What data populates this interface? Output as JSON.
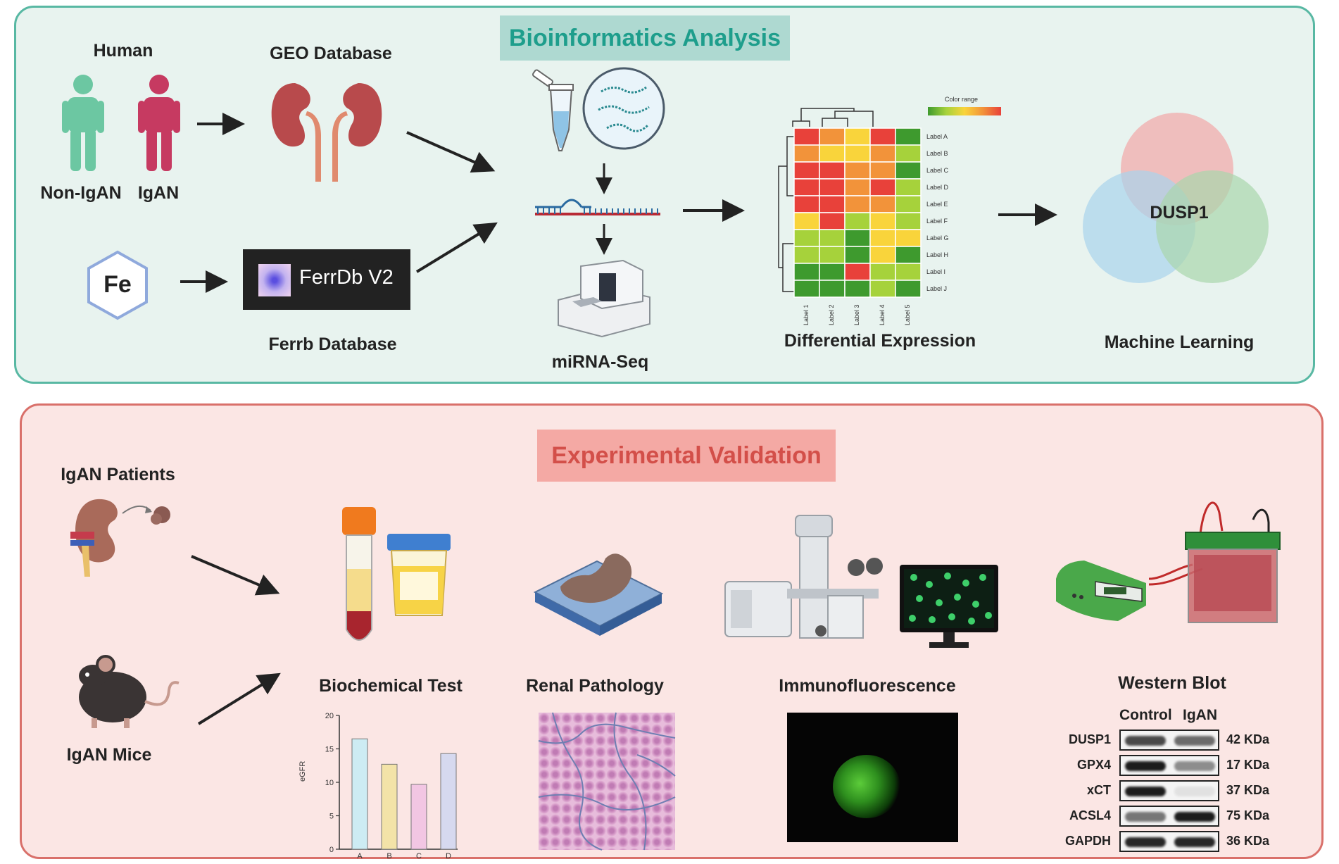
{
  "panels": {
    "top_title": "Bioinformatics Analysis",
    "bottom_title": "Experimental Validation"
  },
  "top": {
    "human_label": "Human",
    "non_igan_label": "Non-IgAN",
    "igan_label": "IgAN",
    "geo_label": "GEO Database",
    "fe_label": "Fe",
    "ferrdb_logo_text": "FerrDb V2",
    "ferrb_label": "Ferrb Database",
    "mirna_label": "miRNA-Seq",
    "diffexp_label": "Differential Expression",
    "ml_label": "Machine Learning",
    "dusp1_label": "DUSP1",
    "heatmap": {
      "color_range_label": "Color range",
      "row_labels": [
        "Label A",
        "Label B",
        "Label C",
        "Label D",
        "Label E",
        "Label F",
        "Label G",
        "Label H",
        "Label I",
        "Label J"
      ],
      "col_labels": [
        "Label 1",
        "Label 2",
        "Label 3",
        "Label 4",
        "Label 5"
      ],
      "colors": [
        "#e8413a",
        "#f2933a",
        "#f9d43b",
        "#a6d23b",
        "#3e9a2e"
      ],
      "values": [
        [
          1,
          2,
          3,
          1,
          5
        ],
        [
          2,
          3,
          3,
          2,
          4
        ],
        [
          1,
          1,
          2,
          2,
          5
        ],
        [
          1,
          1,
          2,
          1,
          4
        ],
        [
          1,
          1,
          2,
          2,
          4
        ],
        [
          3,
          1,
          4,
          3,
          4
        ],
        [
          4,
          4,
          5,
          3,
          3
        ],
        [
          4,
          4,
          5,
          3,
          5
        ],
        [
          5,
          5,
          1,
          4,
          4
        ],
        [
          5,
          5,
          5,
          4,
          5
        ]
      ]
    },
    "venn_colors": [
      "#f2a6a8",
      "#a9d3ec",
      "#a9d6ad"
    ]
  },
  "bottom": {
    "patients_label": "IgAN Patients",
    "mice_label": "IgAN Mice",
    "biochem_label": "Biochemical Test",
    "pathology_label": "Renal Pathology",
    "if_label": "Immunofluorescence",
    "wb_label": "Western Blot",
    "wb": {
      "control_label": "Control",
      "igan_label": "IgAN",
      "rows": [
        {
          "name": "DUSP1",
          "kda": "42 KDa",
          "control": 0.75,
          "igan": 0.6
        },
        {
          "name": "GPX4",
          "kda": "17 KDa",
          "control": 0.95,
          "igan": 0.45
        },
        {
          "name": "xCT",
          "kda": "37 KDa",
          "control": 0.95,
          "igan": 0.08
        },
        {
          "name": "ACSL4",
          "kda": "75 KDa",
          "control": 0.55,
          "igan": 0.95
        },
        {
          "name": "GAPDH",
          "kda": "36 KDa",
          "control": 0.9,
          "igan": 0.9
        }
      ]
    }
  },
  "chart_data": {
    "type": "bar",
    "categories": [
      "A",
      "B",
      "C",
      "D"
    ],
    "values": [
      16.5,
      12.7,
      9.7,
      14.3
    ],
    "ylabel": "eGFR",
    "ylim": [
      0,
      20
    ],
    "yticks": [
      "0",
      "5",
      "10",
      "15",
      "20"
    ],
    "colors": [
      "#cdecf3",
      "#f3e3a8",
      "#f2c6e3",
      "#d6d9ef"
    ]
  }
}
